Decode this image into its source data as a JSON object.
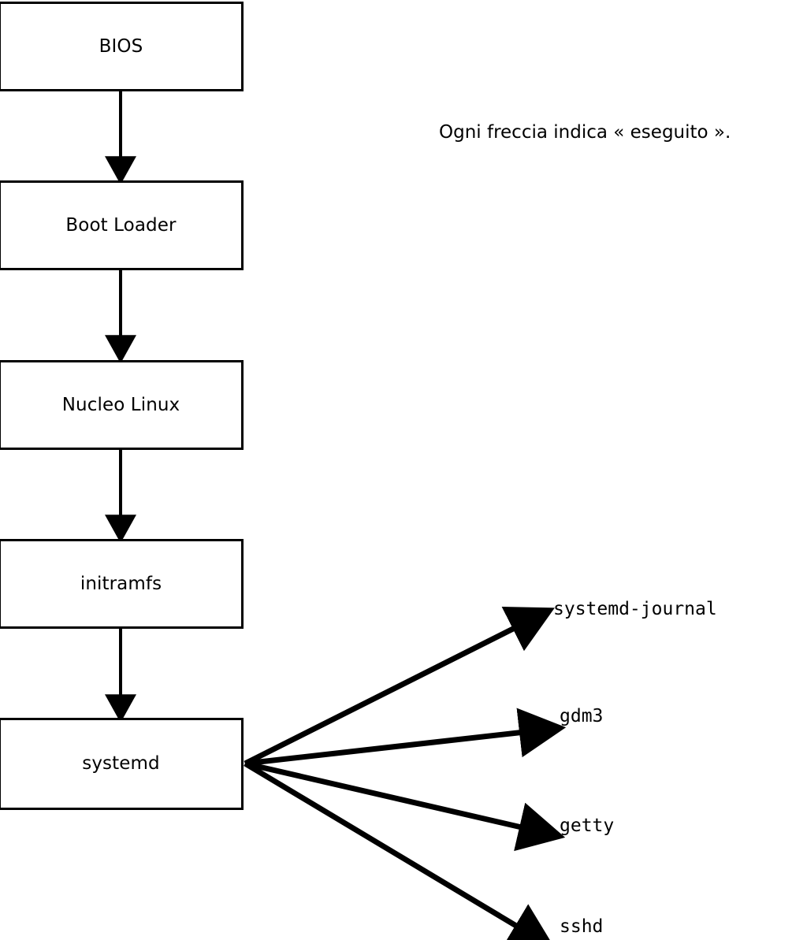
{
  "diagram": {
    "caption": "Ogni freccia indica « eseguito ».",
    "stroke_color": "#000000",
    "background_color": "#ffffff",
    "boot_chain": [
      {
        "label": "BIOS"
      },
      {
        "label": "Boot Loader"
      },
      {
        "label": "Nucleo Linux"
      },
      {
        "label": "initramfs"
      },
      {
        "label": "systemd"
      }
    ],
    "services": [
      {
        "label": "systemd-journal"
      },
      {
        "label": "gdm3"
      },
      {
        "label": "getty"
      },
      {
        "label": "sshd"
      }
    ]
  }
}
